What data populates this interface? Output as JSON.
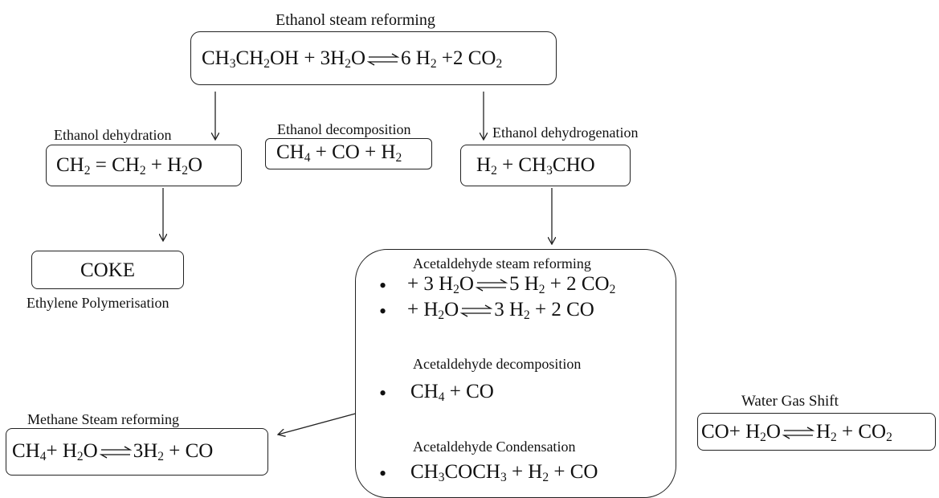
{
  "colors": {
    "line": "#222222",
    "text": "#111111",
    "background": "#ffffff"
  },
  "steam_reforming": {
    "title": "Ethanol steam reforming",
    "eq": {
      "a": "CH",
      "b": "3",
      "c": "CH",
      "d": "2",
      "e": "OH + 3H",
      "f": "2",
      "g": "O",
      "h": "6 H",
      "i": "2",
      "j": " +2 CO",
      "k": "2"
    }
  },
  "dehydration": {
    "title": "Ethanol dehydration",
    "eq": {
      "a": "CH",
      "b": "2",
      "c": " = CH",
      "d": "2",
      "e": " + H",
      "f": "2",
      "g": "O"
    }
  },
  "decomposition": {
    "title": "Ethanol decomposition",
    "eq": {
      "a": "CH",
      "b": "4",
      "c": " + CO + H",
      "d": "2"
    }
  },
  "dehydrogenation": {
    "title": "Ethanol dehydrogenation",
    "eq": {
      "a": "H",
      "b": "2",
      "c": " + CH",
      "d": "3",
      "e": "CHO"
    }
  },
  "coke": {
    "label": "COKE",
    "caption": "Ethylene Polymerisation"
  },
  "acetaldehyde": {
    "bullet": "•",
    "steam_title": "Acetaldehyde steam reforming",
    "eq1": {
      "a": "+ 3 H",
      "b": "2",
      "c": "O",
      "d": "5 H",
      "e": "2",
      "f": " + 2 CO",
      "g": "2"
    },
    "eq2": {
      "a": "+ H",
      "b": "2",
      "c": "O",
      "d": "3 H",
      "e": "2",
      "f": " + 2 CO"
    },
    "decomp_title": "Acetaldehyde decomposition",
    "eq3": {
      "a": "CH",
      "b": "4",
      "c": " + CO"
    },
    "cond_title": "Acetaldehyde Condensation",
    "eq4": {
      "a": "CH",
      "b": "3",
      "c": "COCH",
      "d": "3",
      "e": " + H",
      "f": "2",
      "g": " + CO"
    }
  },
  "methane": {
    "title": "Methane Steam reforming",
    "eq": {
      "a": "CH",
      "b": "4",
      "c": "+ H",
      "d": "2",
      "e": "O",
      "f": "3H",
      "g": "2",
      "h": " + CO"
    }
  },
  "wgs": {
    "title": "Water Gas Shift",
    "eq": {
      "a": "CO+ H",
      "b": "2",
      "c": "O",
      "d": "H",
      "e": "2",
      "f": " + CO",
      "g": "2"
    }
  }
}
